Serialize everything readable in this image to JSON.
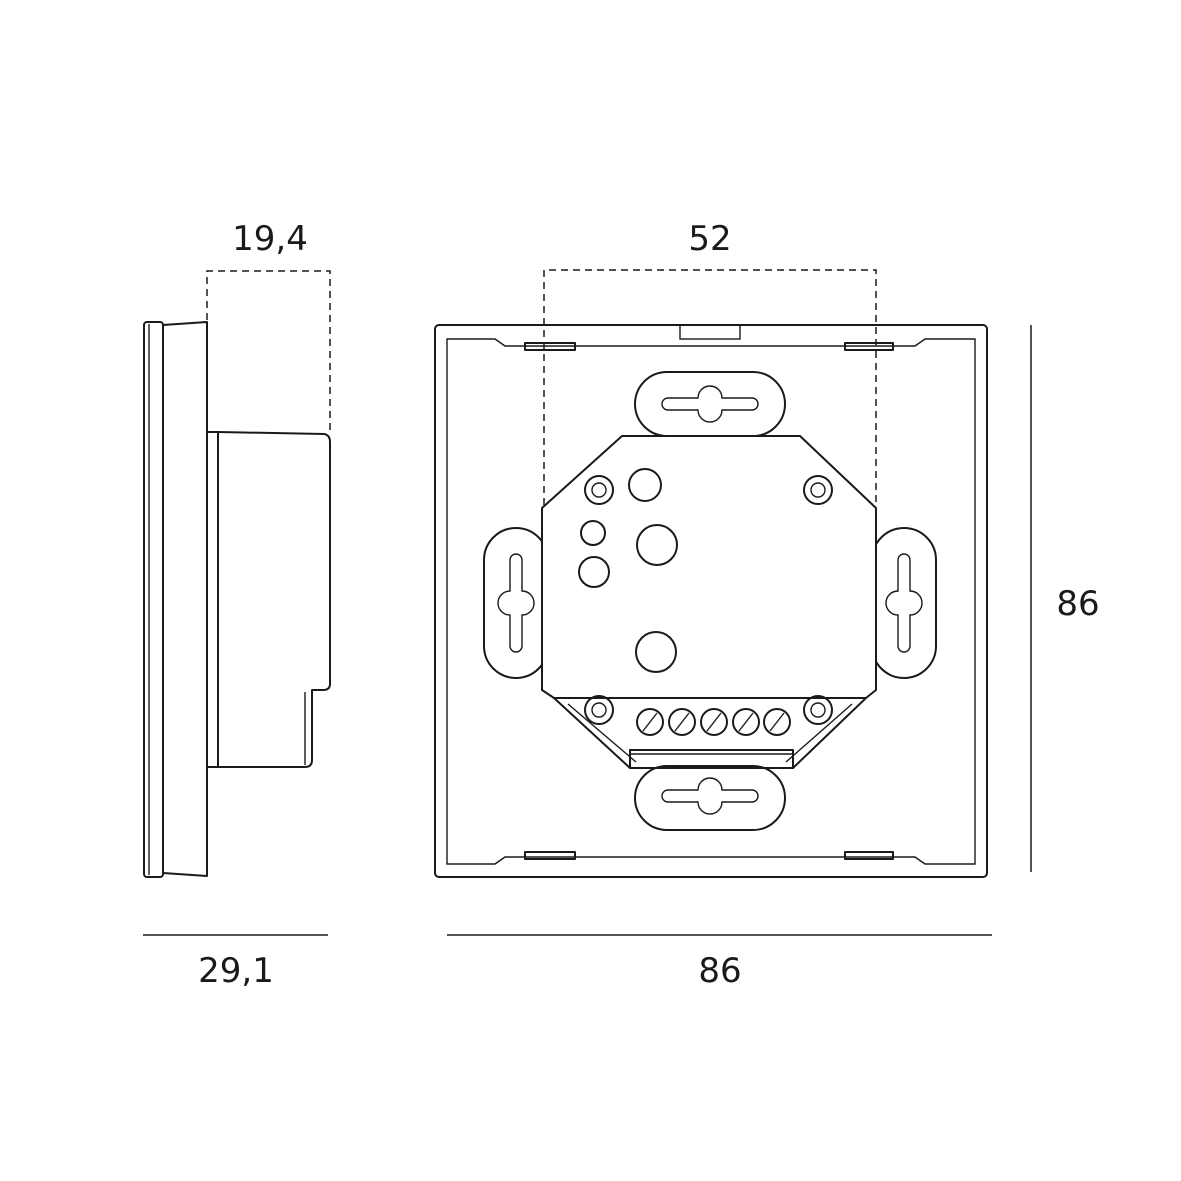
{
  "dimensions": {
    "side_depth_box": "19,4",
    "side_depth_total": "29,1",
    "screw_spacing": "52",
    "front_height": "86",
    "front_width": "86"
  },
  "colors": {
    "line": "#1a1a1a",
    "background": "#ffffff"
  }
}
